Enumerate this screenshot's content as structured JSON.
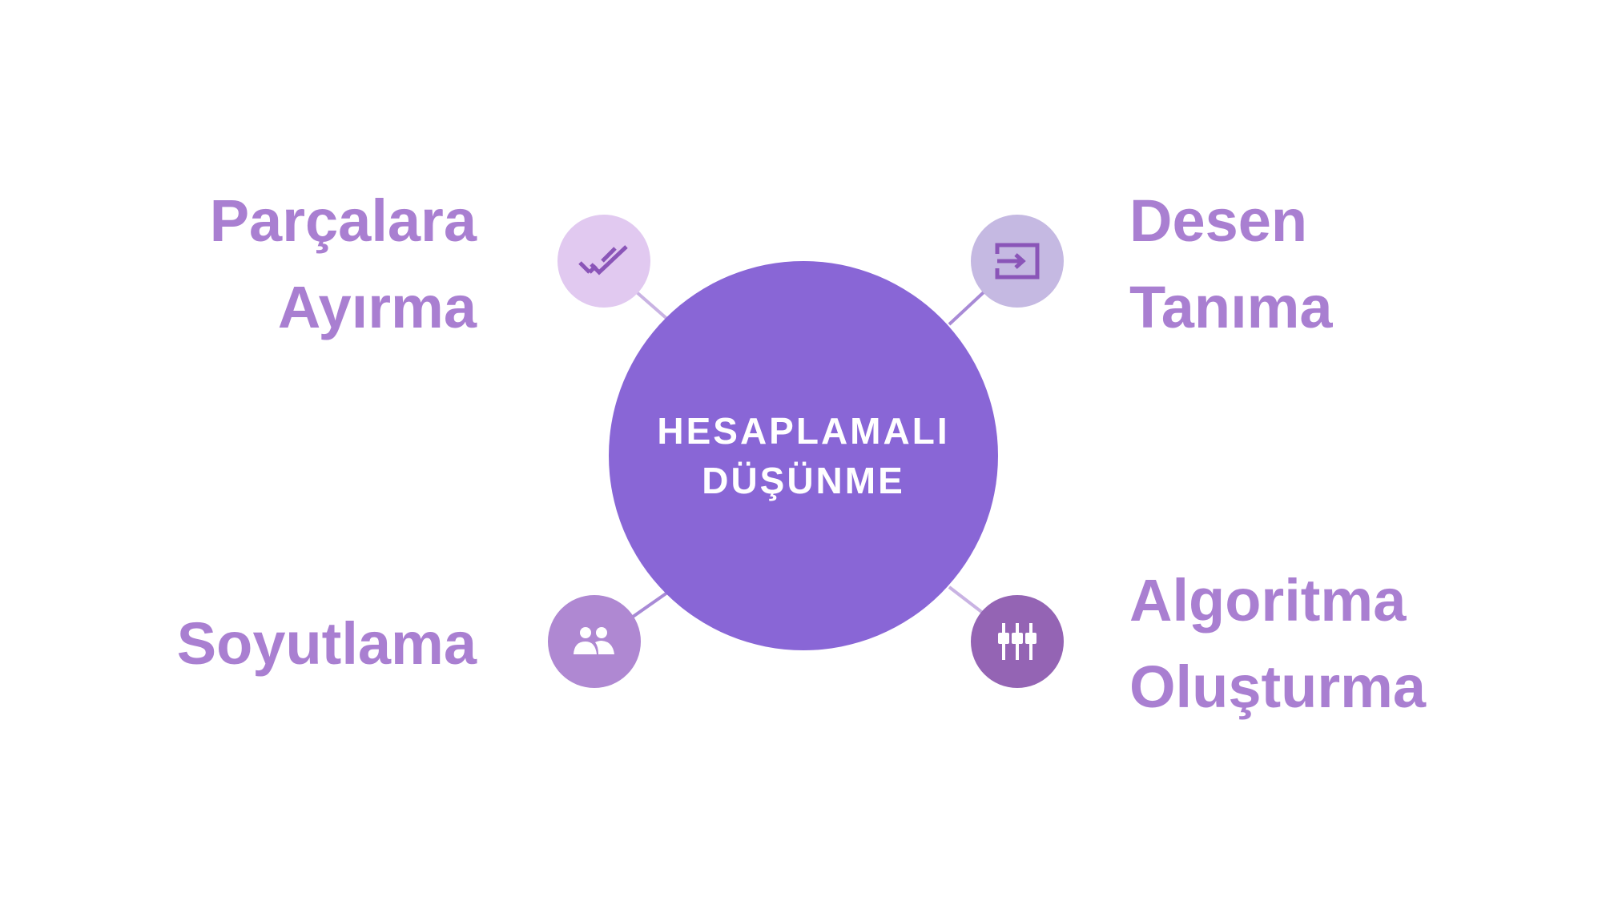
{
  "center": {
    "line1": "HESAPLAMALI",
    "line2": "DÜŞÜNME",
    "color": "#8966D6"
  },
  "nodes": [
    {
      "id": "decomposition",
      "line1": "Parçalara",
      "line2": "Ayırma",
      "icon": "double-check-icon",
      "color": "#E1C9F0"
    },
    {
      "id": "pattern",
      "line1": "Desen",
      "line2": "Tanıma",
      "icon": "input-arrow-icon",
      "color": "#C5B9E2"
    },
    {
      "id": "abstraction",
      "line1": "Soyutlama",
      "icon": "people-icon",
      "color": "#AF88D2"
    },
    {
      "id": "algorithm",
      "line1": "Algoritma",
      "line2": "Oluşturma",
      "icon": "sliders-icon",
      "color": "#9464B4"
    }
  ],
  "label_color": "#A97FD1"
}
